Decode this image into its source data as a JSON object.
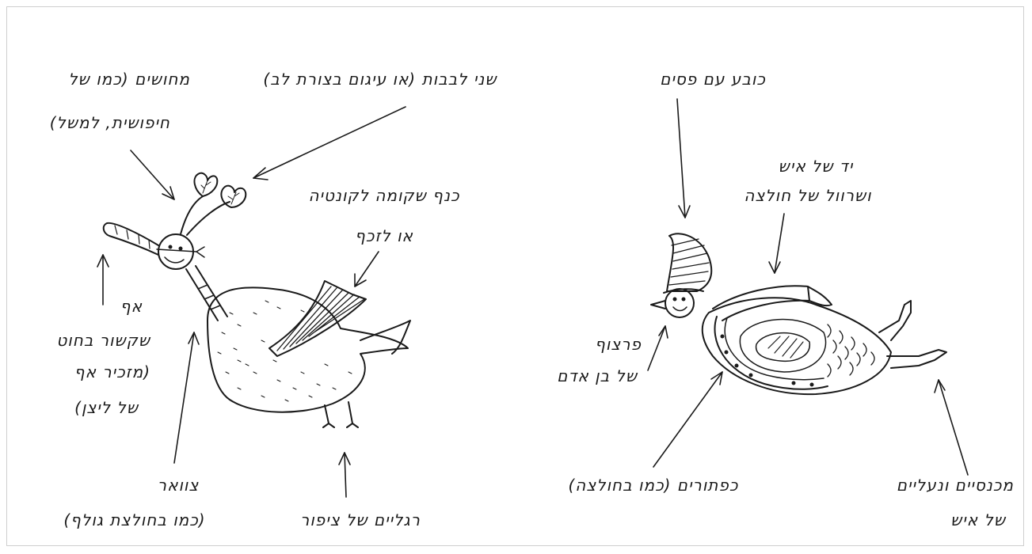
{
  "labels": {
    "antennae_hearts": "שני לבבות (או עיגום בצורת לב)",
    "feelers_line1": "מחושים (כמו של",
    "feelers_line2": "חיפושית, למשל)",
    "wing_line1": "כנף שקומה לקונטיה",
    "wing_line2": "או לזכף",
    "nose_line1": "אף",
    "nose_line2": "שקשור בחוט",
    "nose_line3": "(מזכיר אף",
    "nose_line4": "של ליצן)",
    "neck_line1": "צוואר",
    "neck_line2": "(כמו בחולצת גולף)",
    "bird_legs": "רגליים של ציפור",
    "striped_hat": "כובע עם פסים",
    "shirt_line1": "יד של איש",
    "shirt_line2": "ושרוול של חולצה",
    "face_line1": "פרצוף",
    "face_line2": "של בן אדם",
    "buttons": "כפתורים (כמו בחולצה)",
    "pants_line1": "מכנסיים ונעליים",
    "pants_line2": "של איש"
  }
}
